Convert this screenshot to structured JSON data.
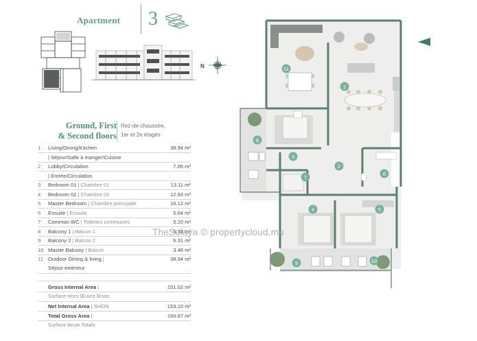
{
  "header": {
    "apartment_label": "Apartment",
    "apartment_number": "3"
  },
  "section": {
    "title_line1": "Ground, First",
    "title_line2": "& Second floors",
    "subtitle_line1": "Rez-de-chaussée,",
    "subtitle_line2": "1er et 2e étages"
  },
  "rooms": [
    {
      "num": "1",
      "en": "Living/Dining/Kitchen",
      "fr": "",
      "value": "38.94 m²"
    },
    {
      "num": "",
      "en": "",
      "fr": "| Séjour/Salle à manger/Cuisine",
      "value": ""
    },
    {
      "num": "2",
      "en": "Lobby/Circulation",
      "fr": "",
      "value": "7.06 m²"
    },
    {
      "num": "",
      "en": "",
      "fr": "| Entrée/Circulation",
      "value": ""
    },
    {
      "num": "3",
      "en": "Bedroom 01",
      "fr": "| Chambre 01",
      "value": "13.11 m²"
    },
    {
      "num": "4",
      "en": "Bedroom 02",
      "fr": "| Chambre 02",
      "value": "12.93 m²"
    },
    {
      "num": "5",
      "en": "Master Bedroom",
      "fr": "| Chambre principale",
      "value": "16.12 m²"
    },
    {
      "num": "6",
      "en": "Ensuite",
      "fr": "| Ensuite",
      "value": "5.64 m²"
    },
    {
      "num": "7",
      "en": "Common WC",
      "fr": "| Toilettes communes",
      "value": "5.20 m²"
    },
    {
      "num": "8",
      "en": "Balcony 1",
      "fr": "| Balcon 1",
      "value": "5.34 m²"
    },
    {
      "num": "9",
      "en": "Balcony 2",
      "fr": "| Balcon 2",
      "value": "6.31 m²"
    },
    {
      "num": "10",
      "en": "Master Balcony",
      "fr": "| Balcon",
      "value": "3.46 m²"
    },
    {
      "num": "11",
      "en": "Outdoor Dining & living",
      "fr": "|",
      "value": "38.94 m²"
    },
    {
      "num": "",
      "en": "",
      "fr": "Séjour extérieur",
      "value": ""
    }
  ],
  "totals": {
    "gia_label": "Gross Internal Area",
    "gia_sep": "|",
    "gia_value": "151.02 m²",
    "gia_fr": "Surface Hors Œuvre Brute",
    "nia_label": "Net Internal Area",
    "nia_fr": "| SHON",
    "nia_value": "153.10 m²",
    "tga_label": "Total Gross Area",
    "tga_sep": "|",
    "tga_value": "160.67 m²",
    "tga_fr": "Surface Brute Totale"
  },
  "plan_labels": [
    "1",
    "2",
    "3",
    "4",
    "5",
    "6",
    "7",
    "8",
    "9",
    "10",
    "11"
  ],
  "compass_letter": "N",
  "watermark": "TheSolaya © propertycloud.mu",
  "icons": [
    "building-icon",
    "compass-icon",
    "entrance-arrow-icon"
  ],
  "colors": {
    "accent": "#5f9c8c",
    "badge": "#7ab0a0",
    "wall": "#5b7d72",
    "floor": "#eeeeec"
  }
}
